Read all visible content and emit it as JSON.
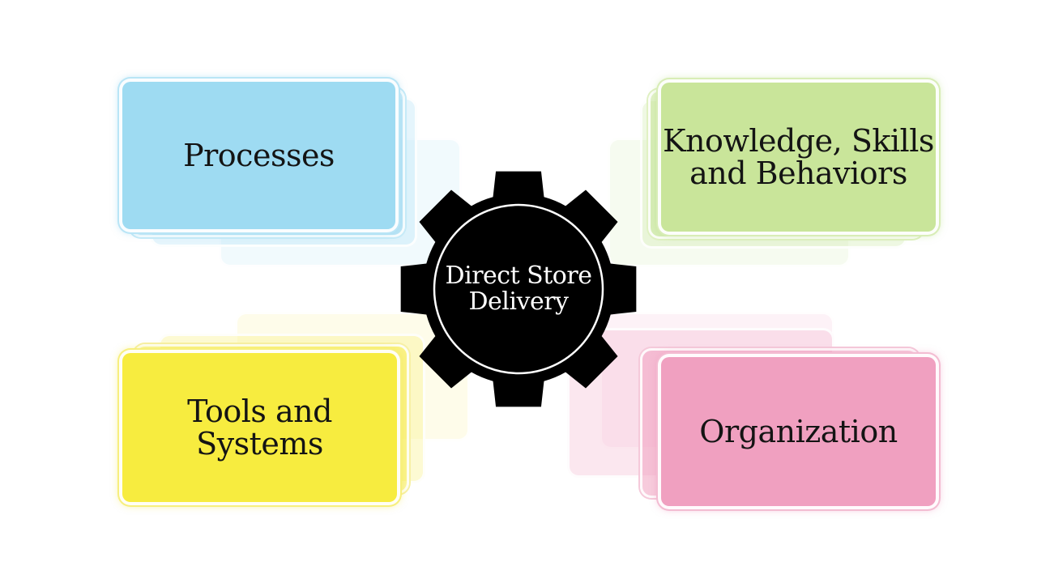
{
  "center": {
    "label": "Direct Store\nDelivery"
  },
  "cards": {
    "processes": {
      "label": "Processes",
      "color": "#9edbf2"
    },
    "knowledge": {
      "label": "Knowledge, Skills\nand Behaviors",
      "color": "#c9e59a"
    },
    "tools": {
      "label": "Tools and\nSystems",
      "color": "#f7ec3f"
    },
    "organization": {
      "label": "Organization",
      "color": "#f0a0c0"
    }
  },
  "gear": {
    "color": "#000000",
    "ring_color": "#ffffff",
    "icon": "gear-icon"
  }
}
